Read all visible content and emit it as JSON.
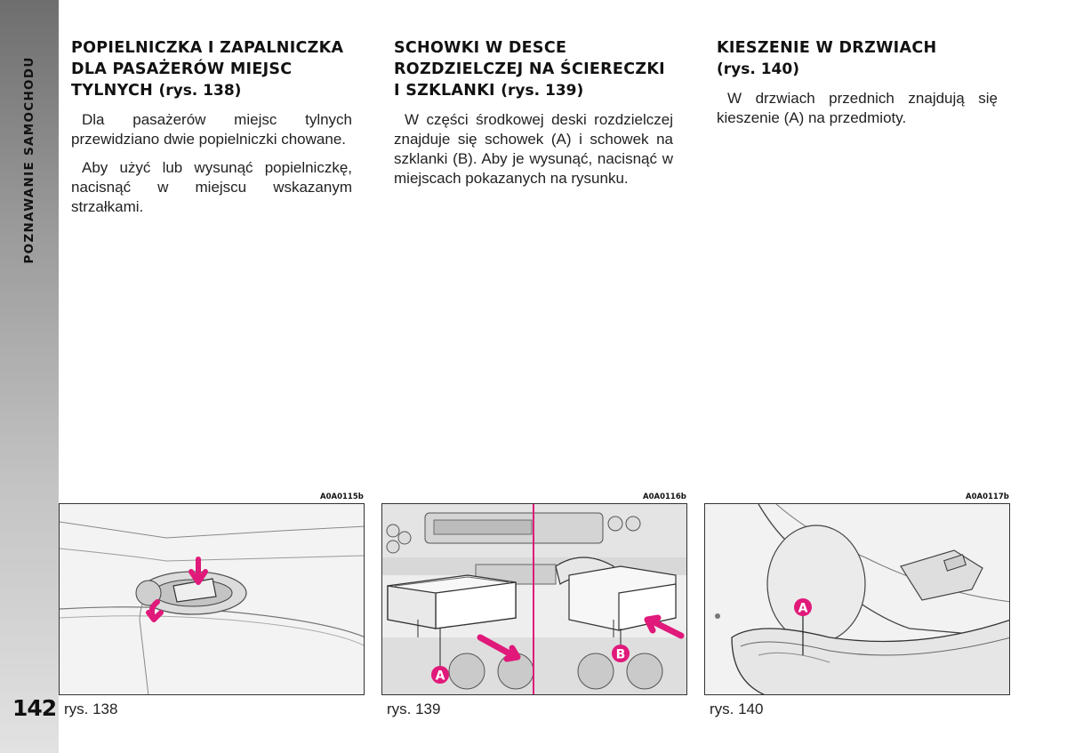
{
  "sidebar": {
    "section_title": "POZNAWANIE SAMOCHODU"
  },
  "page": {
    "number": "142"
  },
  "columns": [
    {
      "heading": "POPIELNICZKA I ZAPALNICZKA DLA PASAŻERÓW MIEJSC TYLNYCH",
      "ref": "(rys. 138)",
      "paragraphs": [
        "Dla pasażerów miejsc tylnych przewidziano dwie popielniczki chowane.",
        "Aby użyć lub wysunąć popielniczkę, nacisnąć w miejscu wskazanym strzałkami."
      ]
    },
    {
      "heading": "SCHOWKI W DESCE ROZDZIELCZEJ NA ŚCIERECZKI I SZKLANKI",
      "ref": "(rys. 139)",
      "paragraphs": [
        "W części środkowej deski rozdzielczej znajduje się schowek (A) i schowek na szklanki (B). Aby je wysunąć, nacisnąć w miejscach pokazanych na rysunku."
      ]
    },
    {
      "heading": "KIESZENIE W DRZWIACH",
      "ref": "(rys. 140)",
      "paragraphs": [
        "W drzwiach przednich znajdują się kieszenie (A) na przedmioty."
      ]
    }
  ],
  "figures": [
    {
      "code": "A0A0115b",
      "caption": "rys. 138"
    },
    {
      "code": "A0A0116b",
      "caption": "rys. 139",
      "labels": [
        "A",
        "B"
      ]
    },
    {
      "code": "A0A0117b",
      "caption": "rys. 140",
      "labels": [
        "A"
      ]
    }
  ],
  "colors": {
    "accent": "#e0197a",
    "band_top": "#6e6e6e",
    "band_bottom": "#e2e2e2"
  }
}
